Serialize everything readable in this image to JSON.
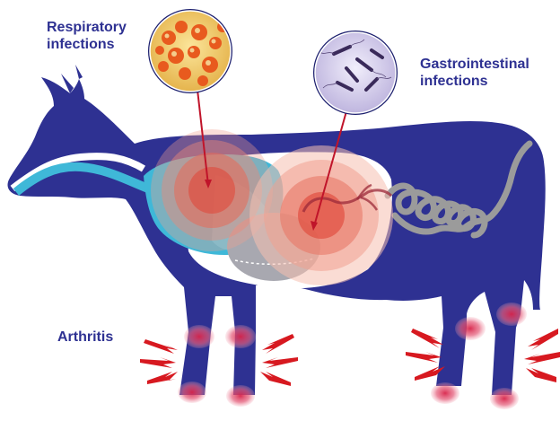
{
  "labels": {
    "respiratory": "Respiratory\ninfections",
    "gastrointestinal": "Gastrointestinal\ninfections",
    "arthritis": "Arthritis"
  },
  "colors": {
    "cow_body": "#2e3192",
    "lung": "#3fb8d8",
    "intestine": "#9b9b9b",
    "highlight": "#e8604c",
    "pain_bolt": "#d71920",
    "label_text": "#2e3192",
    "bacteria_bg": "#f4c84a",
    "bacteria_spot": "#e85a1e",
    "microscope_bg": "#d9d4ee",
    "rod_bacteria": "#3a2a5a"
  },
  "icons": [
    "bacteria-micrograph-icon",
    "rod-bacteria-micrograph-icon",
    "pain-bolt-icon"
  ]
}
